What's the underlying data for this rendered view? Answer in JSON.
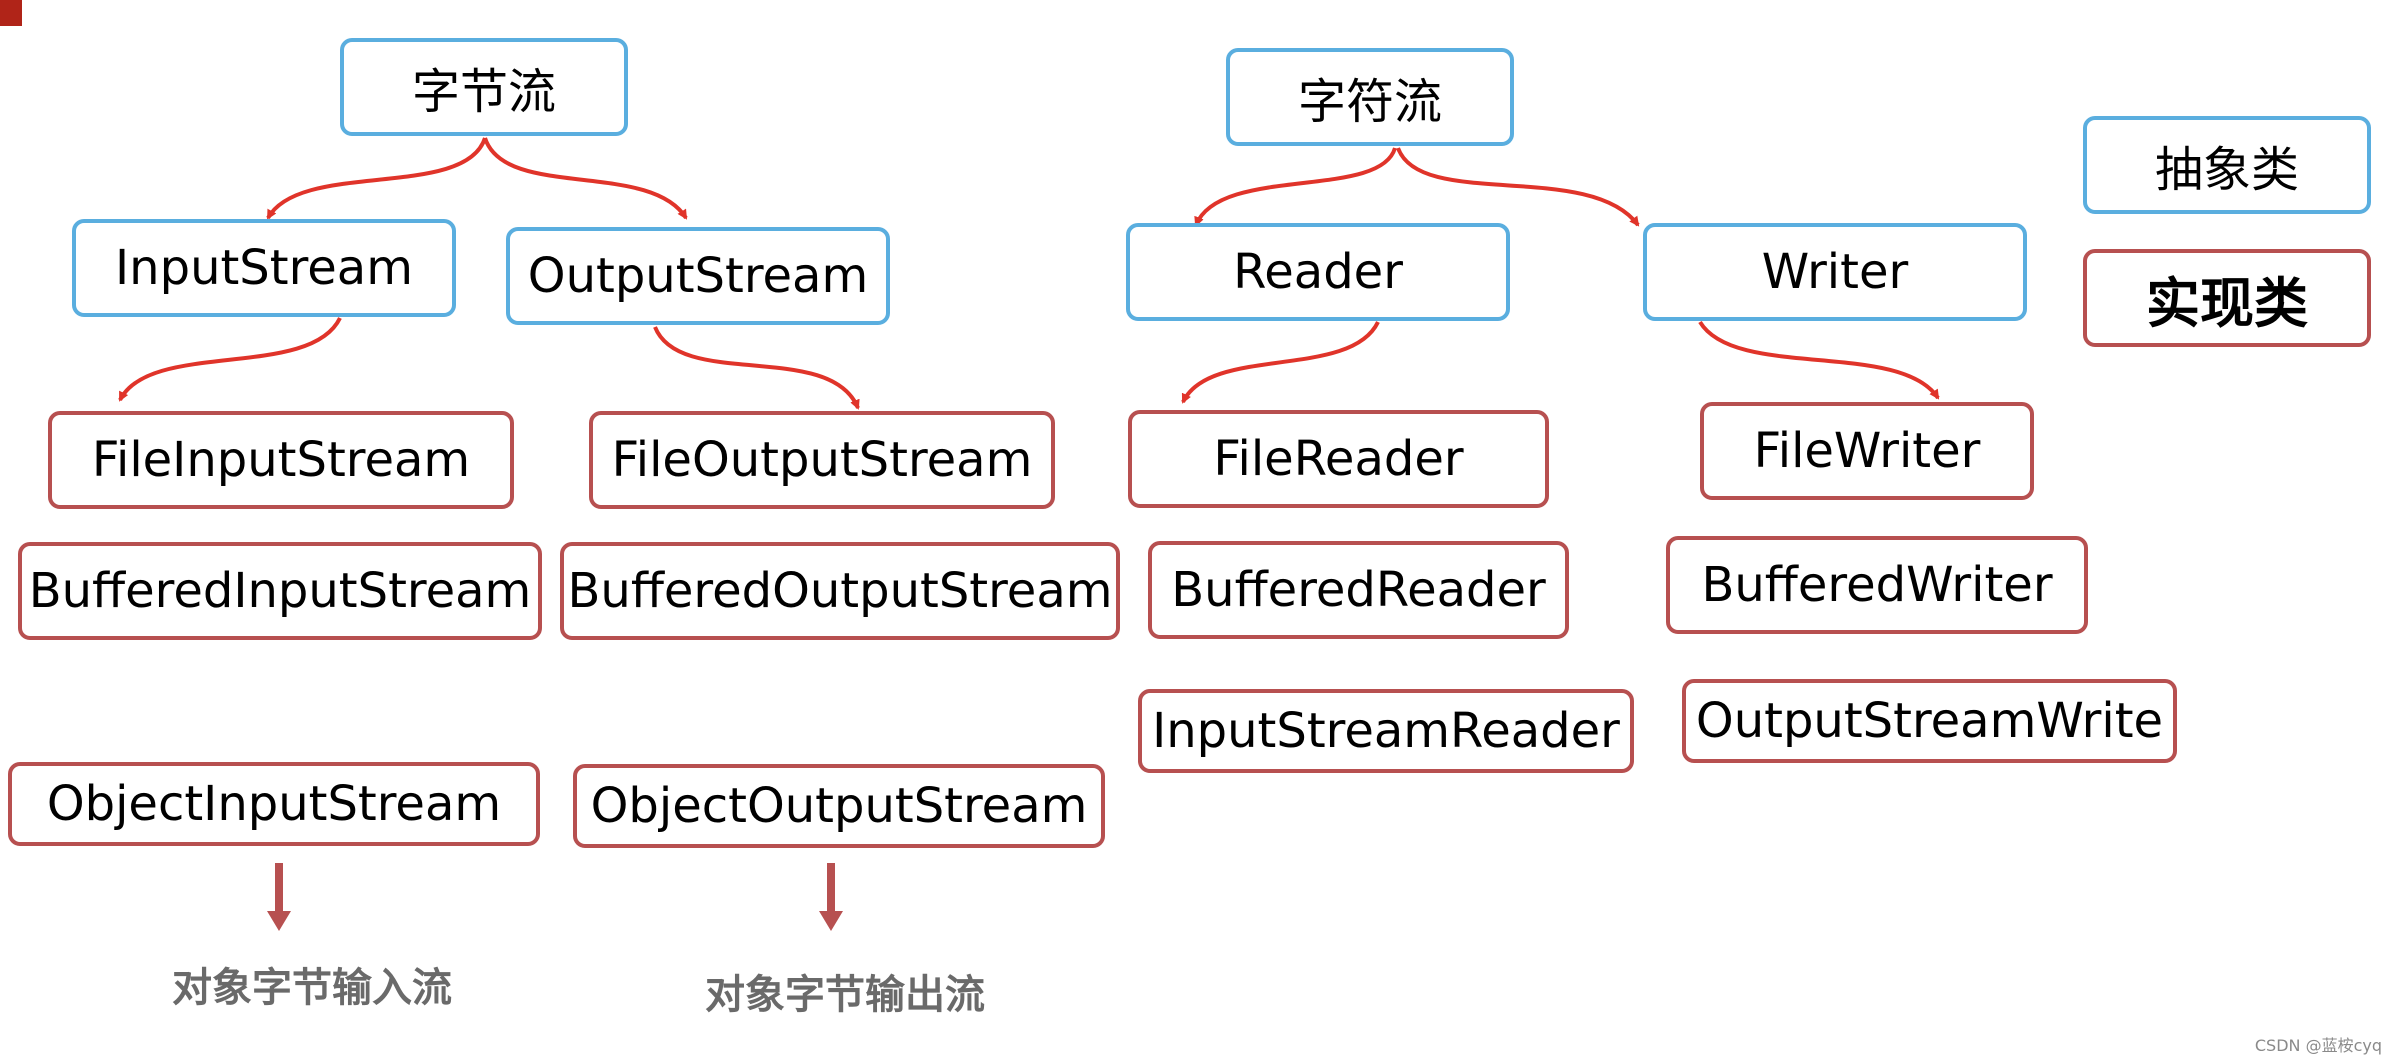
{
  "nodes": {
    "byte_stream": "字节流",
    "char_stream": "字符流",
    "input_stream": "InputStream",
    "output_stream": "OutputStream",
    "reader": "Reader",
    "writer": "Writer",
    "file_input_stream": "FileInputStream",
    "file_output_stream": "FileOutputStream",
    "buffered_input_stream": "BufferedInputStream",
    "buffered_output_stream": "BufferedOutputStream",
    "object_input_stream": "ObjectInputStream",
    "object_output_stream": "ObjectOutputStream",
    "file_reader": "FileReader",
    "file_writer": "FileWriter",
    "buffered_reader": "BufferedReader",
    "buffered_writer": "BufferedWriter",
    "input_stream_reader": "InputStreamReader",
    "output_stream_write": "OutputStreamWrite"
  },
  "legend": {
    "abstract": "抽象类",
    "concrete": "实现类"
  },
  "notes": {
    "object_input": "对象字节输入流",
    "object_output": "对象字节输出流"
  },
  "watermark": "CSDN @蓝桉cyq",
  "colors": {
    "abstract_border": "#5aaedf",
    "concrete_border": "#b75050",
    "arrow": "#e0342a",
    "down_arrow": "#b75050",
    "corner_mark": "#b02418"
  }
}
